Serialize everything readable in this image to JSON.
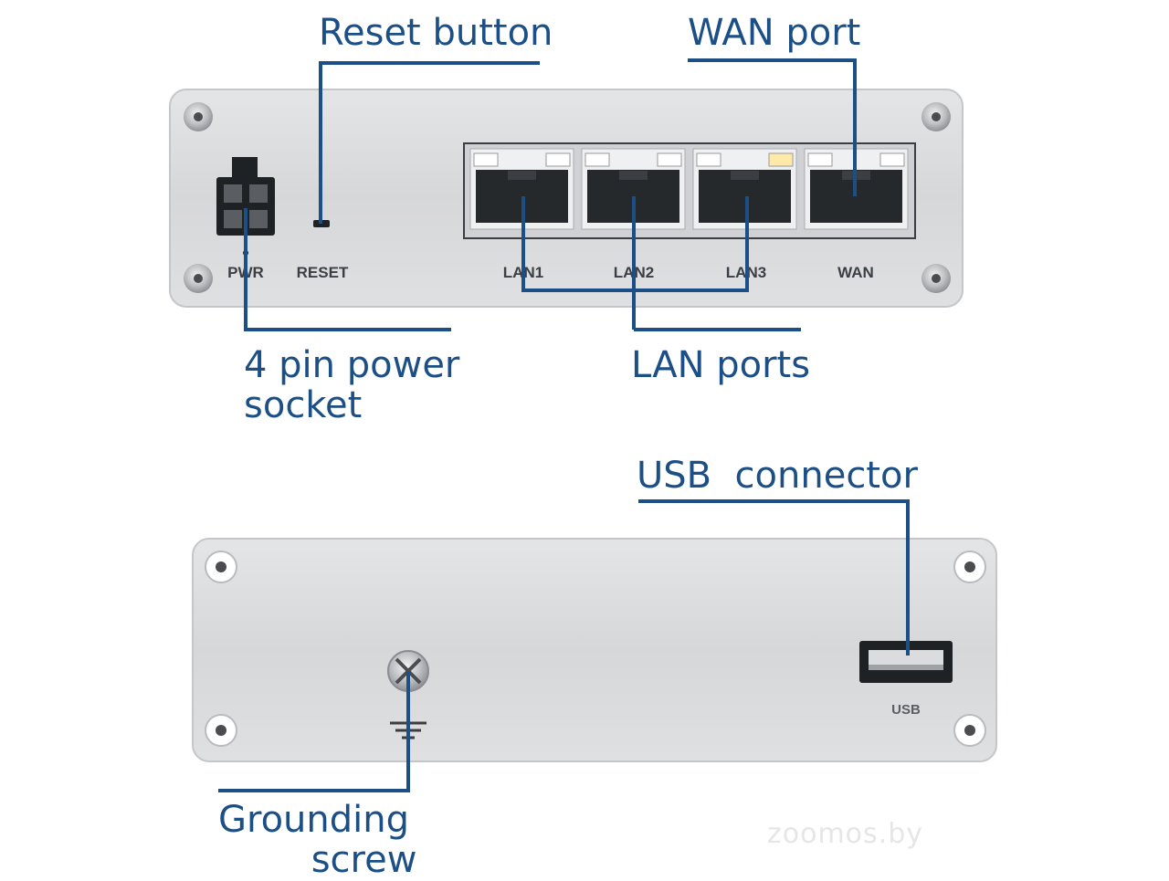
{
  "callouts": {
    "reset_button": "Reset button",
    "wan_port": "WAN port",
    "power_socket": "4 pin power\nsocket",
    "lan_ports": "LAN ports",
    "usb_connector": "USB  connector",
    "grounding_screw": "Grounding\n        screw"
  },
  "front_panel": {
    "pwr": "PWR",
    "reset": "RESET",
    "lan1": "LAN1",
    "lan2": "LAN2",
    "lan3": "LAN3",
    "wan": "WAN"
  },
  "back_panel": {
    "usb": "USB"
  },
  "watermark": "zoomos.by",
  "colors": {
    "callout_text": "#1c4f86",
    "leader_line": "#1c4f86",
    "panel_fill": "#d9dadc",
    "port_dark": "#26292c"
  }
}
